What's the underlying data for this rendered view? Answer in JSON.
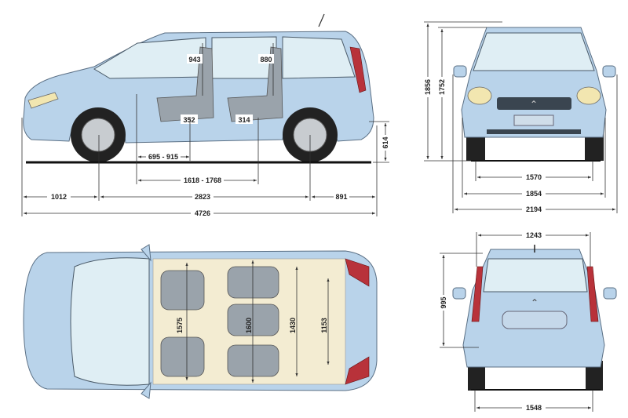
{
  "side_view": {
    "seat_heights": {
      "row2": "943",
      "row3": "880"
    },
    "seat_depths": {
      "row2": "352",
      "row3": "314"
    },
    "row2_legroom": "695 - 915",
    "cargo_length": "1618 - 1768",
    "front_overhang": "1012",
    "wheelbase": "2823",
    "rear_overhang": "891",
    "overall_length": "4726",
    "sill_height": "614"
  },
  "front_view": {
    "height_with_rails": "1856",
    "height": "1752",
    "front_track": "1570",
    "width": "1854",
    "width_with_mirrors": "2194"
  },
  "top_view": {
    "widths": [
      "1575",
      "1600",
      "1430",
      "1153"
    ]
  },
  "rear_view": {
    "tailgate_opening_width": "1243",
    "tailgate_opening_height": "995",
    "rear_track": "1548"
  },
  "colors": {
    "body": "#b9d3ea",
    "lines": "#333333"
  }
}
